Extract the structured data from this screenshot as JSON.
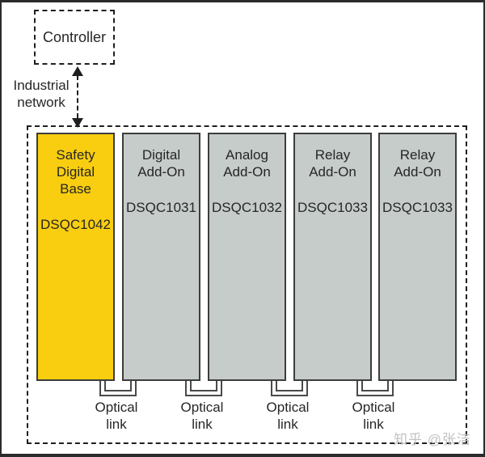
{
  "controller": {
    "label": "Controller"
  },
  "network": {
    "label": "Industrial\nnetwork"
  },
  "modules": [
    {
      "title": "Safety\nDigital\nBase",
      "code": "DSQC1042",
      "role": "safety-digital-base",
      "fill": "#F9CE10"
    },
    {
      "title": "Digital\nAdd-On",
      "code": "DSQC1031",
      "role": "digital-add-on",
      "fill": "#C6CCC9"
    },
    {
      "title": "Analog\nAdd-On",
      "code": "DSQC1032",
      "role": "analog-add-on",
      "fill": "#C6CCC9"
    },
    {
      "title": "Relay\nAdd-On",
      "code": "DSQC1033",
      "role": "relay-add-on-1",
      "fill": "#C6CCC9"
    },
    {
      "title": "Relay\nAdd-On",
      "code": "DSQC1033",
      "role": "relay-add-on-2",
      "fill": "#C6CCC9"
    }
  ],
  "optical_links": [
    {
      "label": "Optical\nlink"
    },
    {
      "label": "Optical\nlink"
    },
    {
      "label": "Optical\nlink"
    },
    {
      "label": "Optical\nlink"
    }
  ],
  "watermark": "知乎 @张洁",
  "colors": {
    "base_module_fill": "#F9CE10",
    "addon_module_fill": "#C6CCC9",
    "module_border": "#3D3D3D",
    "dashed_line": "#1F1F1F",
    "connector_line": "#4A4A4A",
    "text": "#262626",
    "watermark_text": "#C2C2C2",
    "frame": "#2B2B2B"
  }
}
